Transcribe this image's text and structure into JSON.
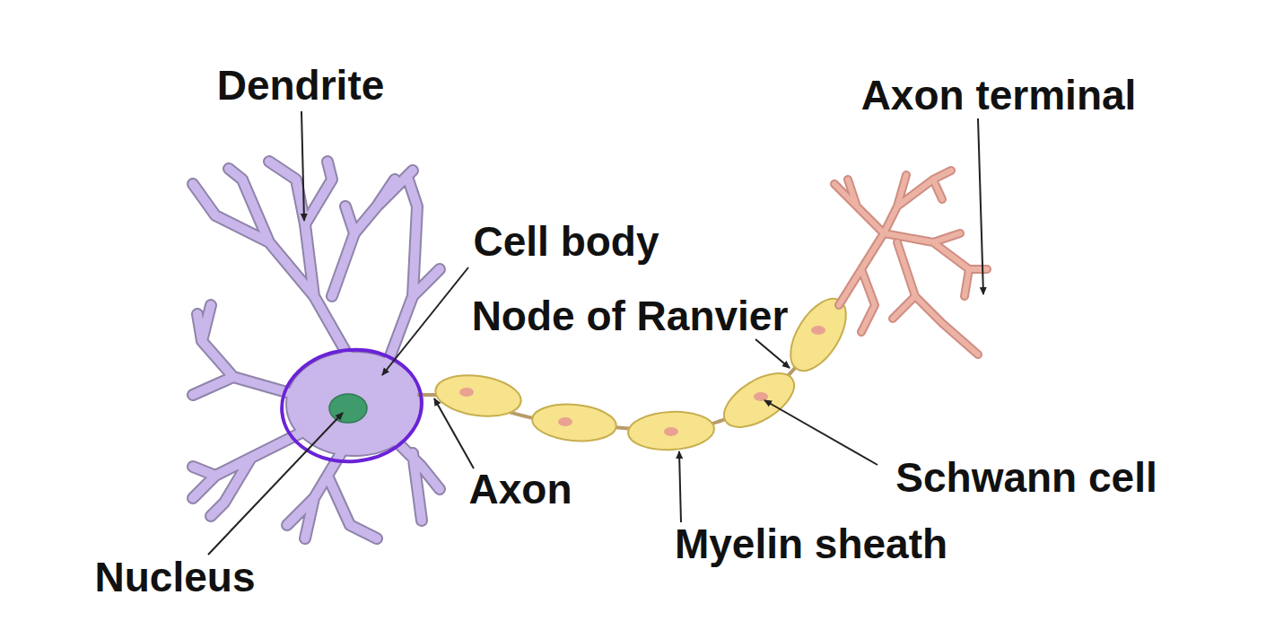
{
  "diagram": {
    "labels": [
      "Dendrite",
      "Axon terminal",
      "Cell body",
      "Node of Ranvier",
      "Schwann cell",
      "Axon",
      "Myelin sheath",
      "Nucleus"
    ]
  }
}
